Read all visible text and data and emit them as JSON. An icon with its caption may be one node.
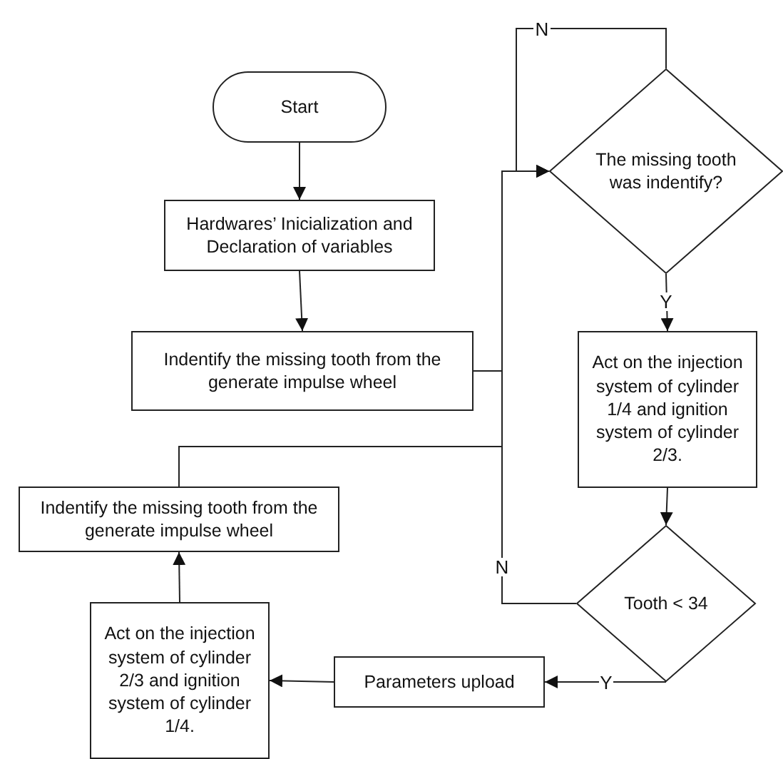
{
  "diagram": {
    "nodes": [
      {
        "text": [
          "Start"
        ]
      },
      {
        "text": [
          "Hardwares’ Inicialization and Declaration of variables"
        ]
      },
      {
        "text": [
          "Indentify the missing tooth from the generate impulse wheel"
        ]
      },
      {
        "text": [
          "The missing tooth was indentify?"
        ]
      },
      {
        "text": [
          "Act on the injection system of cylinder 1/4 and ignition system of cylinder 2/3."
        ]
      },
      {
        "text": [
          "Tooth < 34"
        ]
      },
      {
        "text": [
          "Parameters upload"
        ]
      },
      {
        "text": [
          "Act on the injection system of cylinder 2/3 and ignition system of cylinder 1/4."
        ]
      },
      {
        "text": [
          "Indentify the missing tooth from the generate impulse wheel"
        ]
      }
    ],
    "edges": [
      {
        "from": 0,
        "to": 1,
        "arrow": "to"
      },
      {
        "from": 1,
        "to": 2,
        "arrow": "to"
      },
      {
        "from": 2,
        "to": 3,
        "arrow": "to"
      },
      {
        "from": 3,
        "to": 3,
        "arrow": "to",
        "label": "N"
      },
      {
        "from": 3,
        "to": 4,
        "arrow": "to",
        "label": "Y"
      },
      {
        "from": 4,
        "to": 5,
        "arrow": "to"
      },
      {
        "from": 5,
        "to": 3,
        "arrow": "to",
        "label": "N"
      },
      {
        "from": 8,
        "to": 3,
        "arrow": "to"
      },
      {
        "from": 5,
        "to": 6,
        "arrow": "to",
        "label": "Y"
      },
      {
        "from": 6,
        "to": 7,
        "arrow": "to"
      },
      {
        "from": 7,
        "to": 8,
        "arrow": "to"
      }
    ]
  }
}
